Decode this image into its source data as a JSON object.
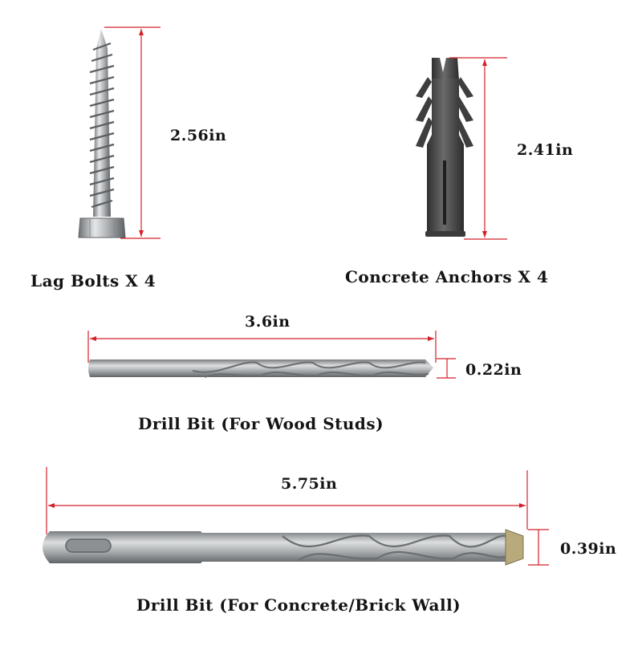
{
  "items": {
    "lag_bolts": {
      "caption": "Lag Bolts X 4",
      "length": "2.56in"
    },
    "concrete_anchors": {
      "caption": "Concrete Anchors X 4",
      "length": "2.41in"
    },
    "wood_bit": {
      "caption": "Drill Bit (For Wood Studs)",
      "length": "3.6in",
      "diameter": "0.22in"
    },
    "concrete_bit": {
      "caption": "Drill Bit (For Concrete/Brick Wall)",
      "length": "5.75in",
      "diameter": "0.39in"
    }
  },
  "colors": {
    "dimension_line": "#d4202a",
    "steel": "#a9acae",
    "anchor_plastic": "#4a4a4a",
    "carbide_tip": "#b8aa7a"
  }
}
